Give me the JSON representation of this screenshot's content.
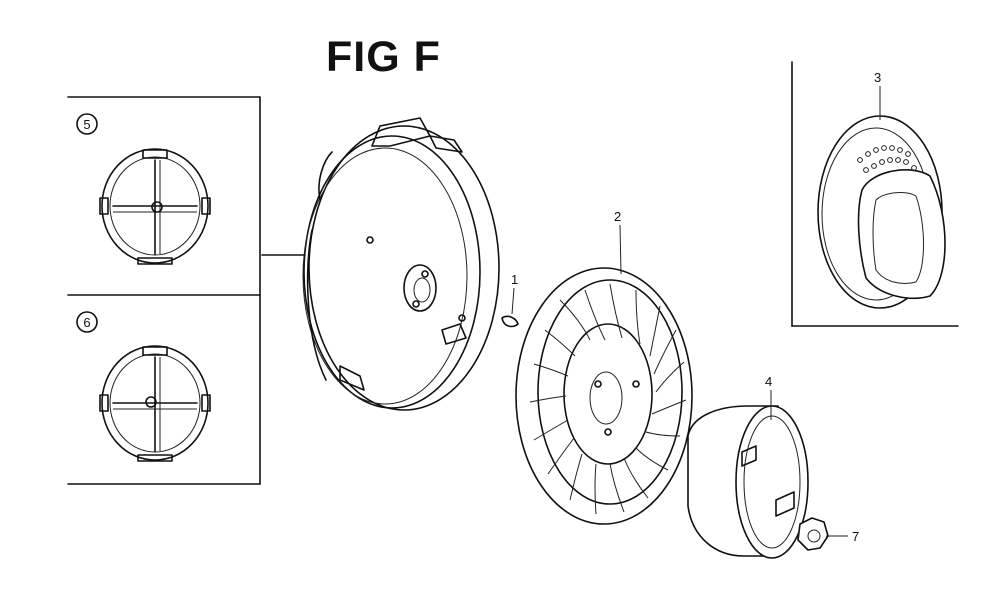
{
  "figure": {
    "title": "FIG F"
  },
  "callouts": [
    {
      "id": "1",
      "label": "1"
    },
    {
      "id": "2",
      "label": "2"
    },
    {
      "id": "3",
      "label": "3"
    },
    {
      "id": "4",
      "label": "4"
    },
    {
      "id": "5",
      "label": "5"
    },
    {
      "id": "6",
      "label": "6"
    },
    {
      "id": "7",
      "label": "7"
    }
  ],
  "colors": {
    "ink": "#111111",
    "paper": "#ffffff"
  }
}
